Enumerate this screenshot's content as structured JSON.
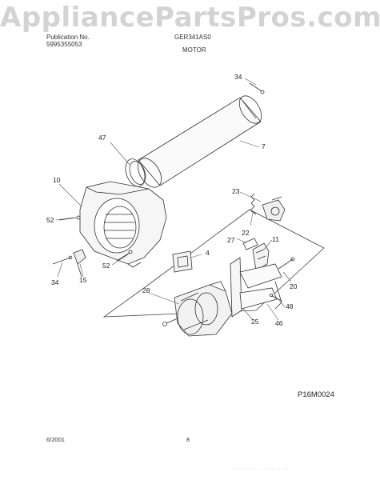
{
  "watermark": "AppliancePartsPros.com",
  "header": {
    "publication_label": "Publication No.",
    "publication_number": "5995355053",
    "model": "GER341AS0",
    "section": "MOTOR"
  },
  "callouts": [
    "34",
    "7",
    "47",
    "10",
    "23",
    "52",
    "22",
    "27",
    "11",
    "4",
    "52",
    "34",
    "15",
    "20",
    "28",
    "48",
    "25",
    "46"
  ],
  "illustration_code": "P16M0024",
  "footer": {
    "date": "6/2001",
    "page": "8",
    "faint": "·········· ·· ·· ·· ··"
  }
}
